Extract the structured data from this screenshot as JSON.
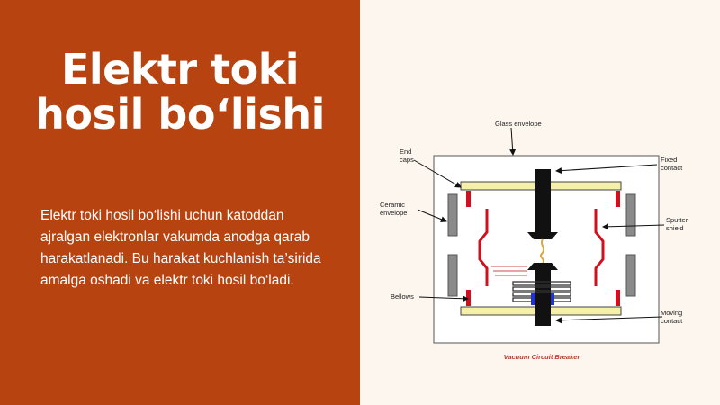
{
  "slide": {
    "title": "Elektr toki hosil bo‘lishi",
    "body": "Elektr toki hosil bo‘lishi uchun katoddan ajralgan elektronlar vakumda anodga qarab harakatlanadi. Bu harakat kuchlanish ta’sirida amalga oshadi va elektr toki hosil bo‘ladi."
  },
  "diagram": {
    "labels": {
      "glass_envelope": "Glass envelope",
      "end_caps": [
        "End",
        "caps"
      ],
      "fixed_contact": [
        "Fixed",
        "contact"
      ],
      "ceramic_envelope": [
        "Ceramic",
        "envelope"
      ],
      "sputter_shield": [
        "Sputter",
        "shield"
      ],
      "bellows": "Bellows",
      "moving_contact": [
        "Moving",
        "contact"
      ]
    },
    "caption": "Vacuum Circuit Breaker"
  },
  "colors": {
    "accent": "#b74311",
    "background": "#fdf6ee",
    "caption": "#c0392b",
    "end_caps": "#d0101e",
    "plates": "#f5f0a8",
    "bellows_base": "#2233cc"
  }
}
